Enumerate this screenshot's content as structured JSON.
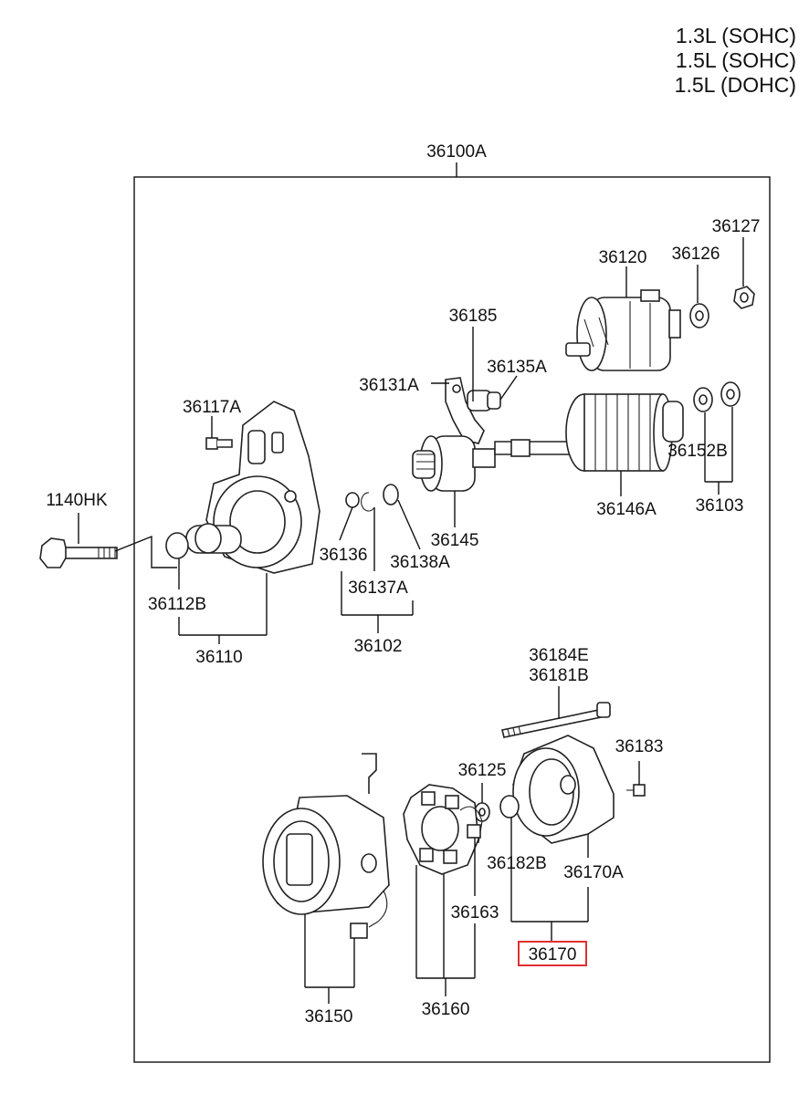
{
  "engine_variants": [
    "1.3L (SOHC)",
    "1.5L (SOHC)",
    "1.5L (DOHC)"
  ],
  "assembly_label": "36100A",
  "highlighted_part": "36170",
  "highlight_color": "#e03030",
  "part_labels": {
    "p36120": "36120",
    "p36126": "36126",
    "p36127": "36127",
    "p36185": "36185",
    "p36135A": "36135A",
    "p36131A": "36131A",
    "p36117A": "36117A",
    "p36152B": "36152B",
    "p36146A": "36146A",
    "p36103": "36103",
    "p36145": "36145",
    "p1140HK": "1140HK",
    "p36136": "36136",
    "p36138A": "36138A",
    "p36137A": "36137A",
    "p36112B": "36112B",
    "p36102": "36102",
    "p36110": "36110",
    "p36184E": "36184E",
    "p36181B": "36181B",
    "p36183": "36183",
    "p36125": "36125",
    "p36182B": "36182B",
    "p36170A": "36170A",
    "p36163": "36163",
    "p36170": "36170",
    "p36150": "36150",
    "p36160": "36160"
  }
}
